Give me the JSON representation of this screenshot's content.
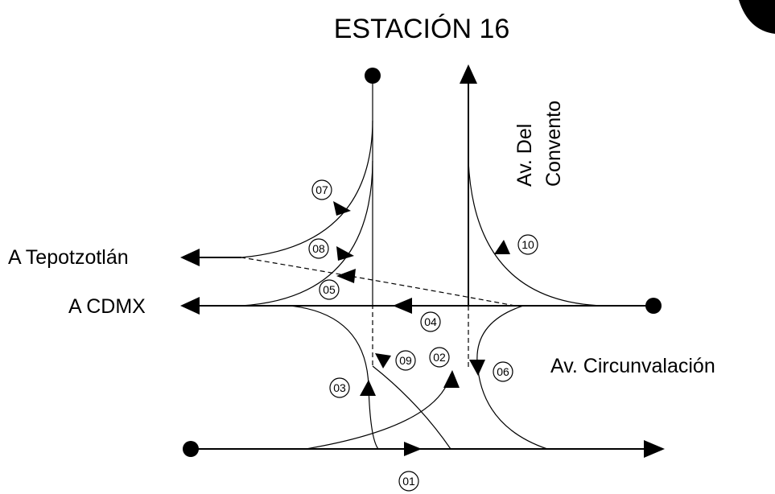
{
  "title": "ESTACIÓN 16",
  "roads": {
    "tepotzotlan": "A Tepotzotlán",
    "cdmx": "A CDMX",
    "del_convento_line1": "Av. Del",
    "del_convento_line2": "Convento",
    "circunvalacion": "Av. Circunvalación"
  },
  "movements": [
    "01",
    "02",
    "03",
    "04",
    "05",
    "06",
    "07",
    "08",
    "09",
    "10"
  ]
}
